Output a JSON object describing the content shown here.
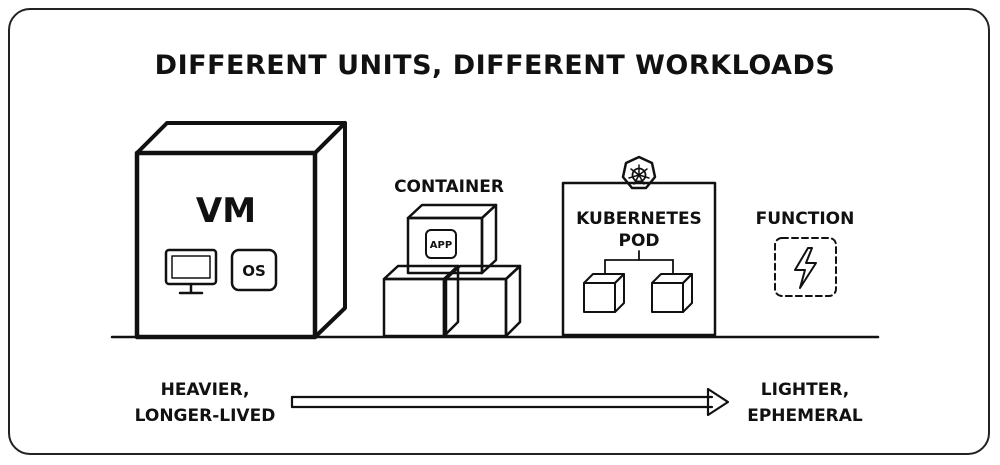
{
  "title": "DIFFERENT UNITS, DIFFERENT WORKLOADS",
  "units": {
    "vm": {
      "label": "VM",
      "os_badge": "OS",
      "monitor_icon": "monitor-icon"
    },
    "container": {
      "label": "CONTAINER",
      "app_badge": "APP"
    },
    "pod": {
      "label_line1": "KUBERNETES",
      "label_line2": "POD",
      "logo_icon": "kubernetes-helm-icon"
    },
    "function": {
      "label": "FUNCTION",
      "icon": "lightning-bolt-icon"
    }
  },
  "scale": {
    "left_line1": "HEAVIER,",
    "left_line2": "LONGER-LIVED",
    "right_line1": "LIGHTER,",
    "right_line2": "EPHEMERAL"
  },
  "colors": {
    "ink": "#111111",
    "paper": "#ffffff",
    "panel": "#f7f7f7"
  }
}
